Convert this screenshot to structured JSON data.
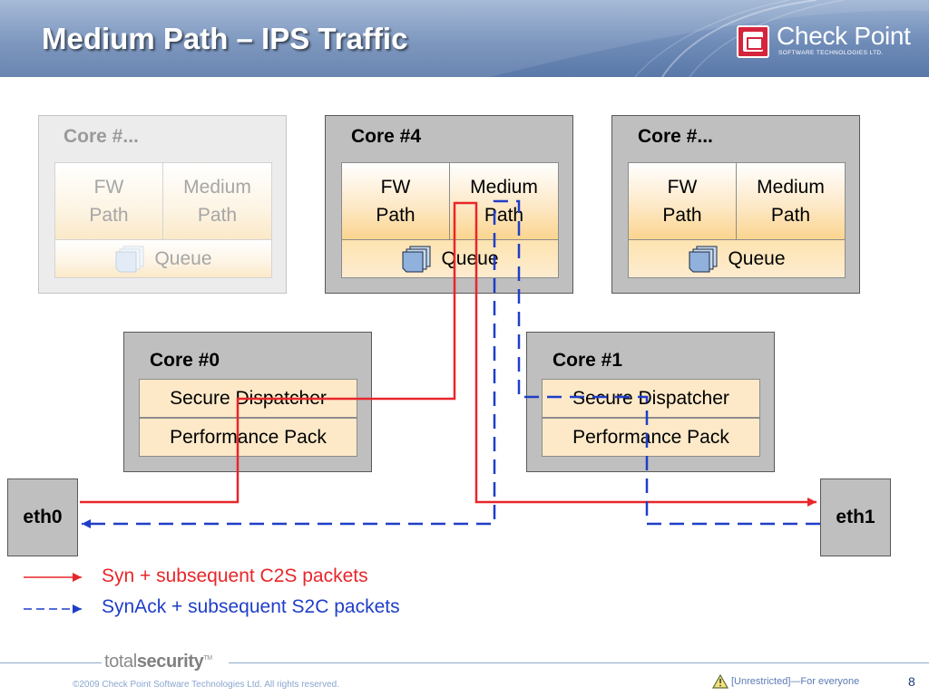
{
  "slide": {
    "title": "Medium Path – IPS Traffic",
    "page_number": "8"
  },
  "logo": {
    "name": "Check Point",
    "subtitle": "SOFTWARE TECHNOLOGIES LTD."
  },
  "cores": {
    "faded": {
      "title": "Core #...",
      "fw_path": [
        "FW",
        "Path"
      ],
      "medium_path": [
        "Medium",
        "Path"
      ],
      "queue": "Queue"
    },
    "core4": {
      "title": "Core #4",
      "fw_path": [
        "FW",
        "Path"
      ],
      "medium_path": [
        "Medium",
        "Path"
      ],
      "queue": "Queue"
    },
    "core_right": {
      "title": "Core #...",
      "fw_path": [
        "FW",
        "Path"
      ],
      "medium_path": [
        "Medium",
        "Path"
      ],
      "queue": "Queue"
    },
    "core0": {
      "title": "Core #0",
      "dispatcher": "Secure Dispatcher",
      "perf_pack": "Performance Pack"
    },
    "core1": {
      "title": "Core #1",
      "dispatcher": "Secure Dispatcher",
      "perf_pack": "Performance Pack"
    }
  },
  "interfaces": {
    "eth0": "eth0",
    "eth1": "eth1"
  },
  "legend": {
    "syn": "Syn + subsequent C2S packets",
    "synack": "SynAck + subsequent S2C packets"
  },
  "colors": {
    "c2s_flow": "#e8262a",
    "s2c_flow": "#1f3ec7",
    "header": "#6f8cb8",
    "core_fill": "#bfbfbf",
    "box_fill": "#fde9c8"
  },
  "footer": {
    "brand_light": "total",
    "brand_bold": "security",
    "brand_tm": "TM",
    "copyright": "©2009 Check Point Software Technologies Ltd. All rights reserved.",
    "classification": "[Unrestricted]—For everyone"
  }
}
